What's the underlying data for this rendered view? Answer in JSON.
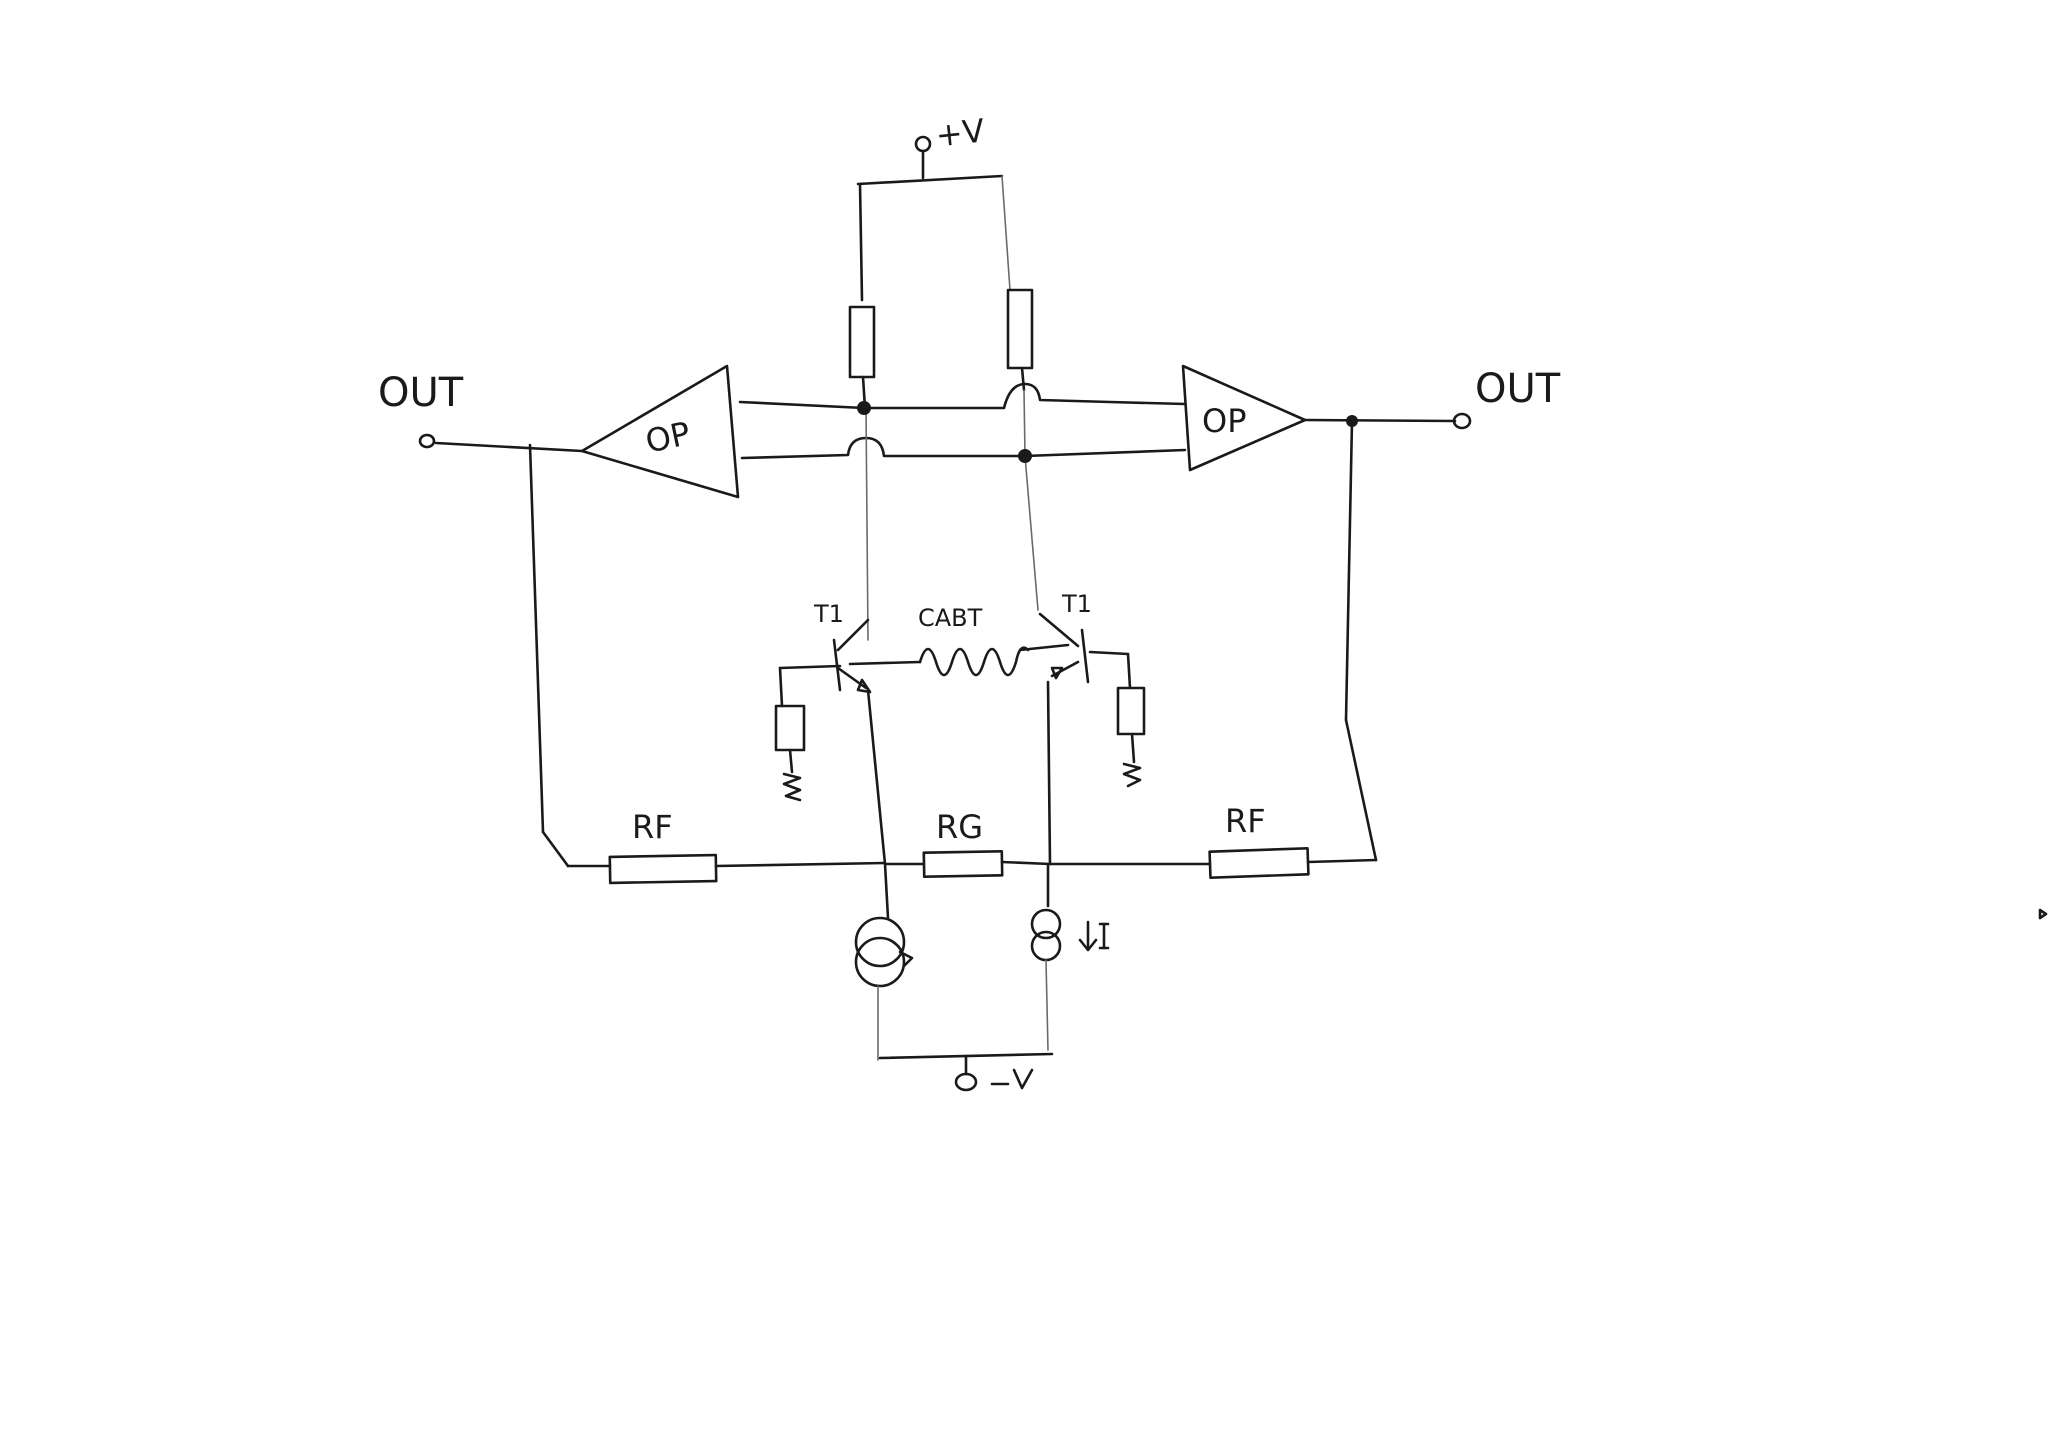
{
  "labels": {
    "supply_positive": "+V",
    "supply_negative": "-V",
    "output_left": "OUT",
    "output_right": "OUT",
    "opamp_left": "OP",
    "opamp_right": "OP",
    "transistor_left": "T1",
    "transistor_right": "T1",
    "cable": "CABT",
    "feedback_resistor_left": "RF",
    "gain_resistor": "RG",
    "feedback_resistor_right": "RF",
    "current_source": "I"
  },
  "colors": {
    "ink": "#1a1a1a",
    "paper": "#ffffff"
  }
}
